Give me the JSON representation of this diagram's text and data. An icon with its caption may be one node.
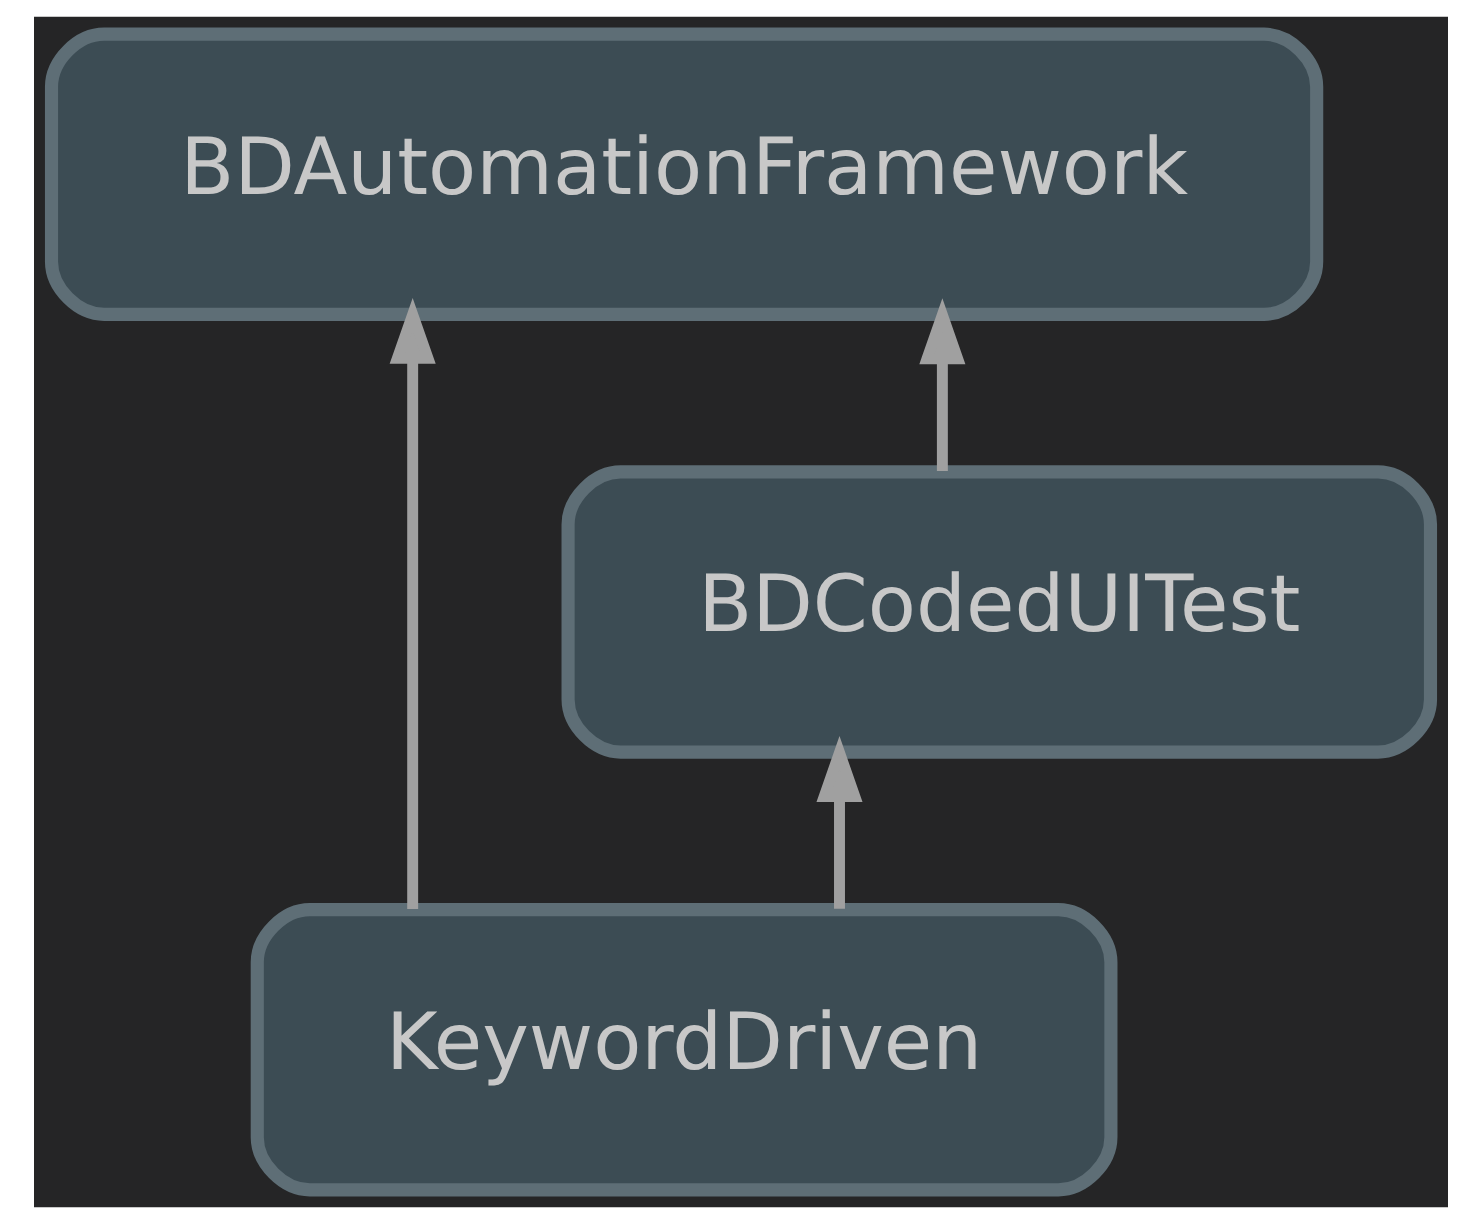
{
  "diagram": {
    "nodes": [
      {
        "text": [
          "BDAutomationFramework"
        ]
      },
      {
        "text": [
          "BDCodedUITest"
        ]
      },
      {
        "text": [
          "KeywordDriven"
        ]
      }
    ],
    "edges": [
      {
        "from": 1,
        "to": 0,
        "arrow": "to"
      },
      {
        "from": 2,
        "to": 1,
        "arrow": "to"
      },
      {
        "from": 2,
        "to": 0,
        "arrow": "to"
      }
    ]
  }
}
